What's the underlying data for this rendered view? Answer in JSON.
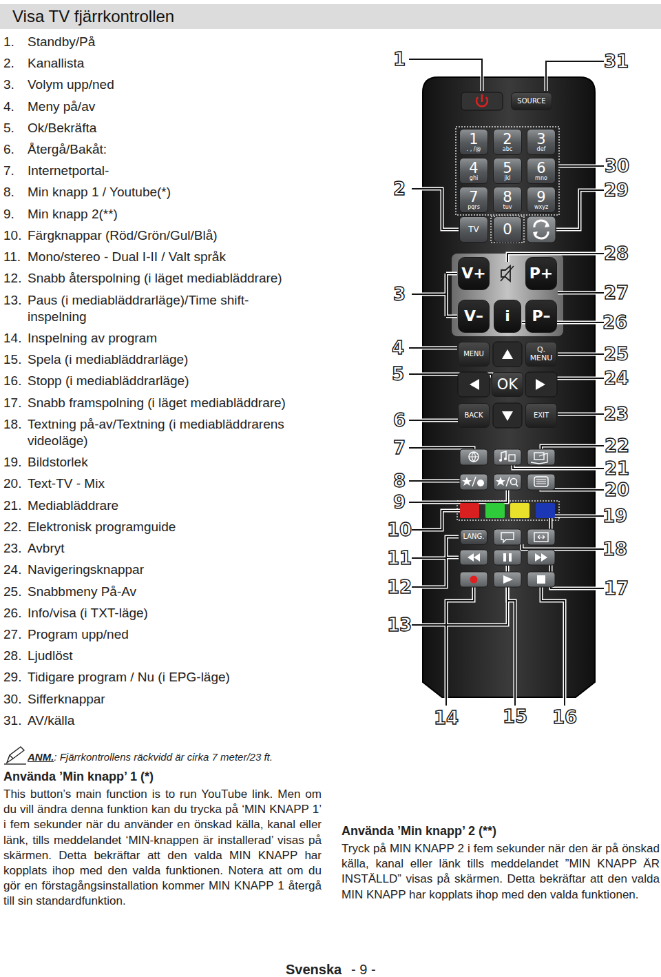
{
  "diagram": {
    "title": "Visa TV fjärrkontrollen",
    "nodes": [
      {
        "text": [
          "SOURCE"
        ]
      },
      {
        "text": [
          "1",
          ". , /@"
        ]
      },
      {
        "text": [
          "2",
          "abc"
        ]
      },
      {
        "text": [
          "3",
          "def"
        ]
      },
      {
        "text": [
          "4",
          "ghi"
        ]
      },
      {
        "text": [
          "5",
          "jkl"
        ]
      },
      {
        "text": [
          "6",
          "mno"
        ]
      },
      {
        "text": [
          "7",
          "pqrs"
        ]
      },
      {
        "text": [
          "8",
          "tuv"
        ]
      },
      {
        "text": [
          "9",
          "wxyz"
        ]
      },
      {
        "text": [
          "TV"
        ]
      },
      {
        "text": [
          "0"
        ]
      },
      {
        "text": [
          "V+"
        ]
      },
      {
        "text": [
          "P+"
        ]
      },
      {
        "text": [
          "V–"
        ]
      },
      {
        "text": [
          "i"
        ]
      },
      {
        "text": [
          "P–"
        ]
      },
      {
        "text": [
          "MENU"
        ]
      },
      {
        "text": [
          "Q. MENU"
        ]
      },
      {
        "text": [
          "OK"
        ]
      },
      {
        "text": [
          "BACK"
        ]
      },
      {
        "text": [
          "EXIT"
        ]
      },
      {
        "text": [
          "LANG."
        ]
      }
    ],
    "labels": [
      "1.",
      "Standby/På",
      "2.",
      "Kanallista",
      "3.",
      "Volym upp/ned",
      "4.",
      "Meny på/av",
      "5.",
      "Ok/Bekräfta",
      "6.",
      "Återgå/Bakåt:",
      "7.",
      "Internetportal-",
      "8.",
      "Min knapp 1 / Youtube(*)",
      "9.",
      "Min knapp 2(**)",
      "10.",
      "Färgknappar (Röd/Grön/Gul/Blå)",
      "11.",
      "Mono/stereo - Dual I-II / Valt språk",
      "12.",
      "Snabb återspolning (i läget mediabläddrare)",
      "13.",
      "Paus (i mediabläddrarläge)/Time shift-inspelning",
      "14.",
      "Inspelning av program",
      "15.",
      "Spela (i mediabläddrarläge)",
      "16.",
      "Stopp (i mediabläddrarläge)",
      "17.",
      "Snabb framspolning (i läget mediabläddrare)",
      "18.",
      "Textning på-av/Textning (i mediabläddrarens videoläge)",
      "19.",
      "Bildstorlek",
      "20.",
      "Text-TV - Mix",
      "21.",
      "Mediabläddrare",
      "22.",
      "Elektronisk programguide",
      "23.",
      "Avbryt",
      "24.",
      "Navigeringsknappar",
      "25.",
      "Snabbmeny På-Av",
      "26.",
      "Info/visa (i TXT-läge)",
      "27.",
      "Program upp/ned",
      "28.",
      "Ljudlöst",
      "29.",
      "Tidigare program / Nu (i EPG-läge)",
      "30.",
      "Sifferknappar",
      "31.",
      "AV/källa",
      "1",
      "2",
      "3",
      "4",
      "5",
      "6",
      "7",
      "8",
      "9",
      "10",
      "11",
      "12",
      "13",
      "14",
      "15",
      "16",
      "17",
      "18",
      "19",
      "20",
      "21",
      "22",
      "23",
      "24",
      "25",
      "26",
      "27",
      "28",
      "29",
      "30",
      "31",
      "ANM.",
      ": Fjärrkontrollens räckvidd är cirka 7 meter/23 ft.",
      "Använda ’Min knapp’ 1 (*)",
      "This button’s main function is to run YouTube link. Men om du vill ändra denna funktion kan du trycka på ‘MIN KNAPP 1’ i fem sekunder när du använder en önskad källa, kanal eller länk, tills meddelandet ‘MIN-knappen är installerad’ visas på skärmen. Detta bekräftar att den valda MIN KNAPP har kopplats ihop med den valda funktionen. Notera att om du gör en förstagångsinstallation kommer MIN KNAPP 1 återgå till sin standardfunktion.",
      "Använda ’Min knapp’ 2 (**)",
      "Tryck på MIN KNAPP 2 i fem sekunder när den är på önskad källa, kanal eller länk tills meddelandet ”MIN KNAPP ÄR INSTÄLLD” visas på skärmen. Detta bekräftar att den valda MIN KNAPP har kopplats ihop med den valda funktionen.",
      "Svenska",
      "- 9 -"
    ]
  }
}
